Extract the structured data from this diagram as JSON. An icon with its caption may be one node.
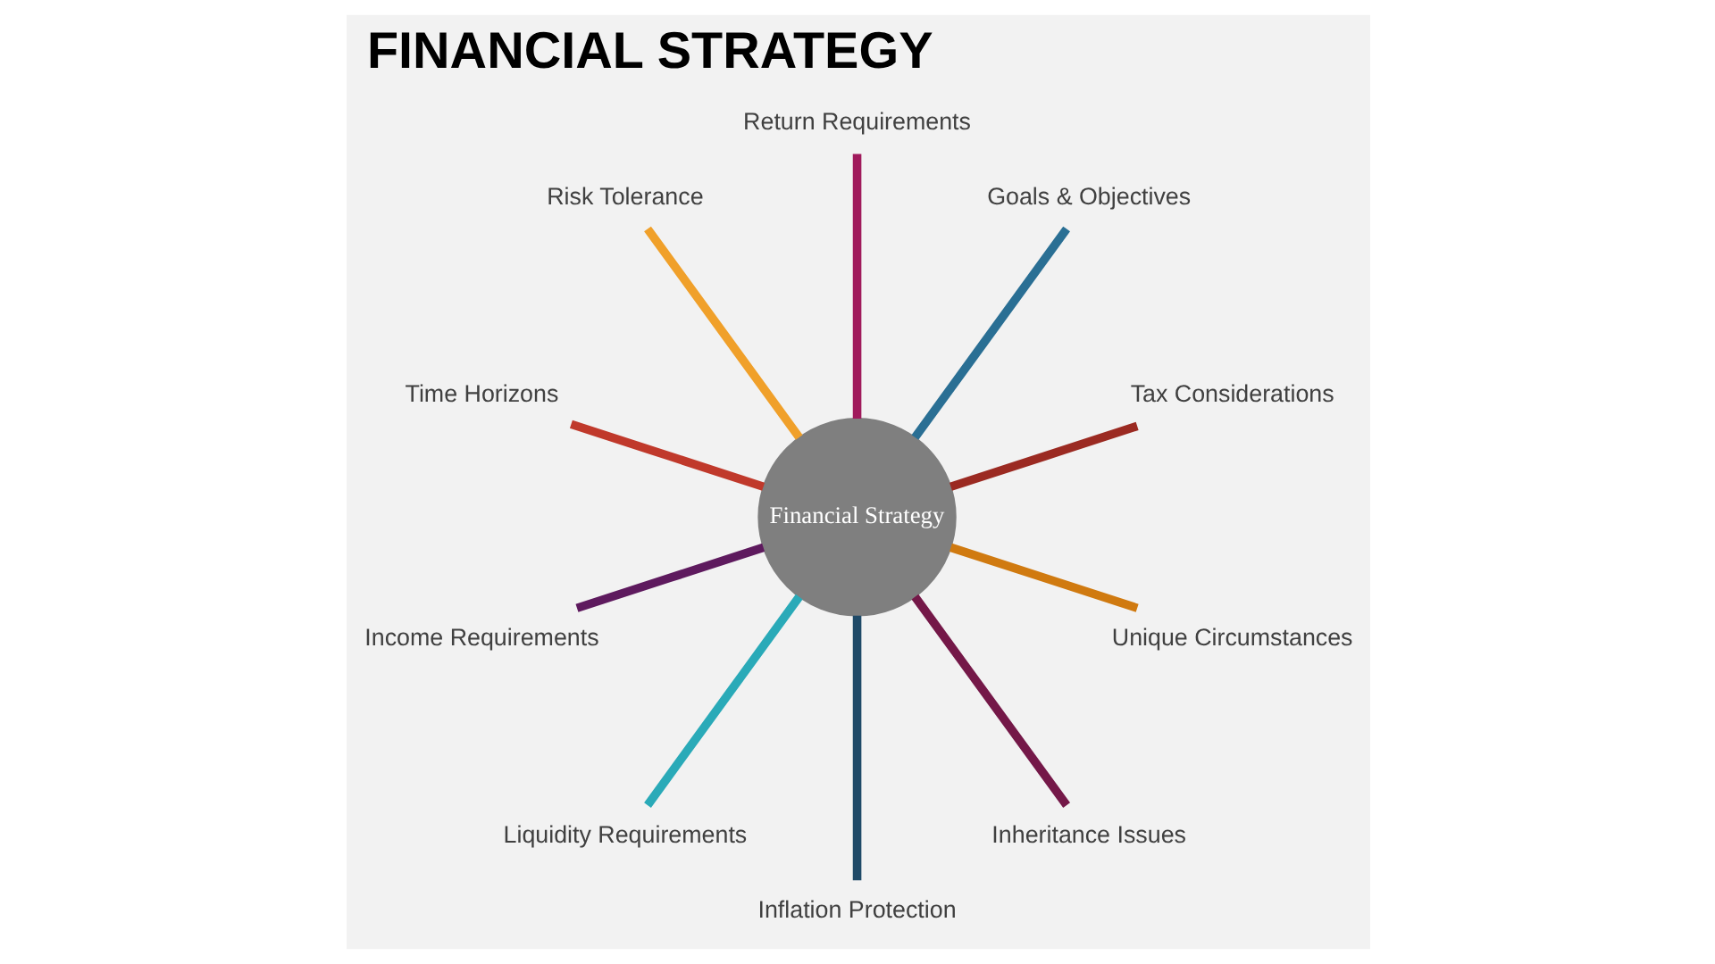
{
  "diagram": {
    "title": "FINANCIAL STRATEGY",
    "nodes": [
      {
        "text": [
          "Financial Strategy"
        ]
      },
      {
        "text": [
          "Tax Considerations"
        ]
      },
      {
        "text": [
          "Goals & Objectives"
        ]
      },
      {
        "text": [
          "Return Requirements"
        ]
      },
      {
        "text": [
          "Risk Tolerance"
        ]
      },
      {
        "text": [
          "Time Horizons"
        ]
      },
      {
        "text": [
          "Income Requirements"
        ]
      },
      {
        "text": [
          "Liquidity Requirements"
        ]
      },
      {
        "text": [
          "Inflation Protection"
        ]
      },
      {
        "text": [
          "Inheritance Issues"
        ]
      },
      {
        "text": [
          "Unique Circumstances"
        ]
      }
    ],
    "edges": [
      {
        "from": 0,
        "to": 1,
        "arrow": "none",
        "color": "#9b2a22"
      },
      {
        "from": 0,
        "to": 2,
        "arrow": "none",
        "color": "#2a6f94"
      },
      {
        "from": 0,
        "to": 3,
        "arrow": "none",
        "color": "#a01a5c"
      },
      {
        "from": 0,
        "to": 4,
        "arrow": "none",
        "color": "#f0a02a"
      },
      {
        "from": 0,
        "to": 5,
        "arrow": "none",
        "color": "#c0392b"
      },
      {
        "from": 0,
        "to": 6,
        "arrow": "none",
        "color": "#5e1a5e"
      },
      {
        "from": 0,
        "to": 7,
        "arrow": "none",
        "color": "#2aaab8"
      },
      {
        "from": 0,
        "to": 8,
        "arrow": "none",
        "color": "#1f4a68"
      },
      {
        "from": 0,
        "to": 9,
        "arrow": "none",
        "color": "#741848"
      },
      {
        "from": 0,
        "to": 10,
        "arrow": "none",
        "color": "#d07a10"
      }
    ]
  }
}
